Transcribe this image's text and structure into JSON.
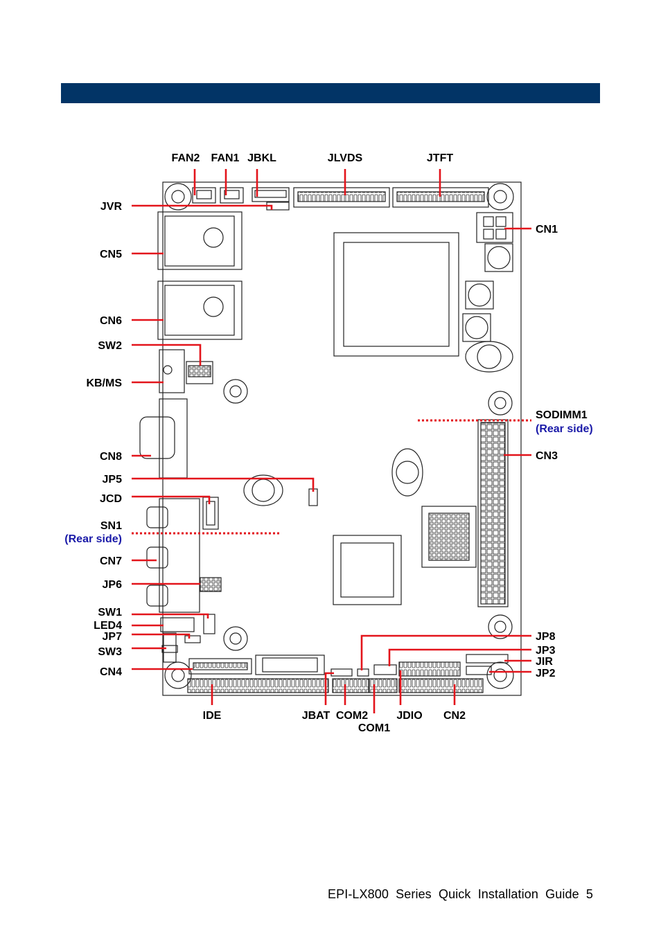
{
  "colors": {
    "header_bar": "#023466",
    "leader": "#e3141b",
    "rear_note": "#1a1aa8",
    "board_line": "#222222"
  },
  "labels": {
    "fan2": "FAN2",
    "fan1": "FAN1",
    "jbkl": "JBKL",
    "jlvds": "JLVDS",
    "jtft": "JTFT",
    "jvr": "JVR",
    "cn5": "CN5",
    "cn6": "CN6",
    "sw2": "SW2",
    "kbms": "KB/MS",
    "cn8": "CN8",
    "jp5": "JP5",
    "jcd": "JCD",
    "sn1": "SN1",
    "sn1_note": "(Rear side)",
    "cn7": "CN7",
    "jp6": "JP6",
    "sw1": "SW1",
    "led4": "LED4",
    "jp7": "JP7",
    "sw3": "SW3",
    "cn4": "CN4",
    "cn1": "CN1",
    "sodimm1": "SODIMM1",
    "sodimm1_note": "(Rear side)",
    "cn3": "CN3",
    "jp8": "JP8",
    "jp3": "JP3",
    "jir": "JIR",
    "jp2": "JP2",
    "ide": "IDE",
    "jbat": "JBAT",
    "com2": "COM2",
    "com1": "COM1",
    "jdio": "JDIO",
    "cn2": "CN2"
  },
  "footer": "EPI-LX800  Series  Quick  Installation  Guide  5"
}
